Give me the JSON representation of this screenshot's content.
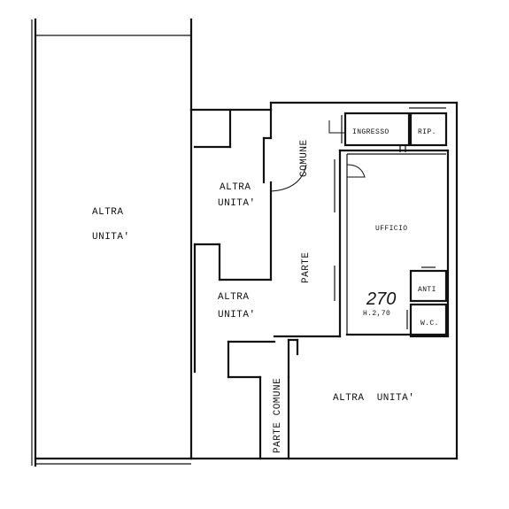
{
  "rooms": {
    "altra_unita_left": {
      "line1": "ALTRA",
      "line2": "UNITA'"
    },
    "altra_unita_mid_top": {
      "line1": "ALTRA",
      "line2": "UNITA'"
    },
    "altra_unita_mid_bottom": {
      "line1": "ALTRA",
      "line2": "UNITA'"
    },
    "altra_unita_bottom": {
      "label": "ALTRA  UNITA'"
    },
    "comune": {
      "label": "COMUNE"
    },
    "parte": {
      "label": "PARTE"
    },
    "parte_comune": {
      "label": "PARTE COMUNE"
    },
    "ingresso": {
      "label": "INGRESSO"
    },
    "rip": {
      "label": "RIP."
    },
    "ufficio": {
      "label": "UFFICIO"
    },
    "anti": {
      "label": "ANTI"
    },
    "wc": {
      "label": "W.C."
    }
  },
  "annotations": {
    "handwritten_number": "270",
    "height": "H.2,70"
  }
}
